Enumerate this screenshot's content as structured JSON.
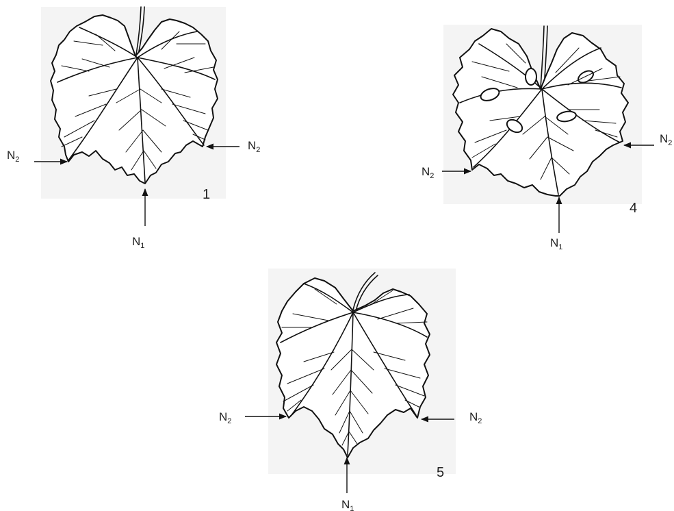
{
  "figures": [
    {
      "number": "1",
      "labels": {
        "tip": "N",
        "tip_sub": "1",
        "left": "N",
        "left_sub": "2",
        "right": "N",
        "right_sub": "2"
      }
    },
    {
      "number": "4",
      "labels": {
        "tip": "N",
        "tip_sub": "1",
        "left": "N",
        "left_sub": "2",
        "right": "N",
        "right_sub": "2"
      }
    },
    {
      "number": "5",
      "labels": {
        "tip": "N",
        "tip_sub": "1",
        "left": "N",
        "left_sub": "2",
        "right": "N",
        "right_sub": "2"
      }
    }
  ]
}
